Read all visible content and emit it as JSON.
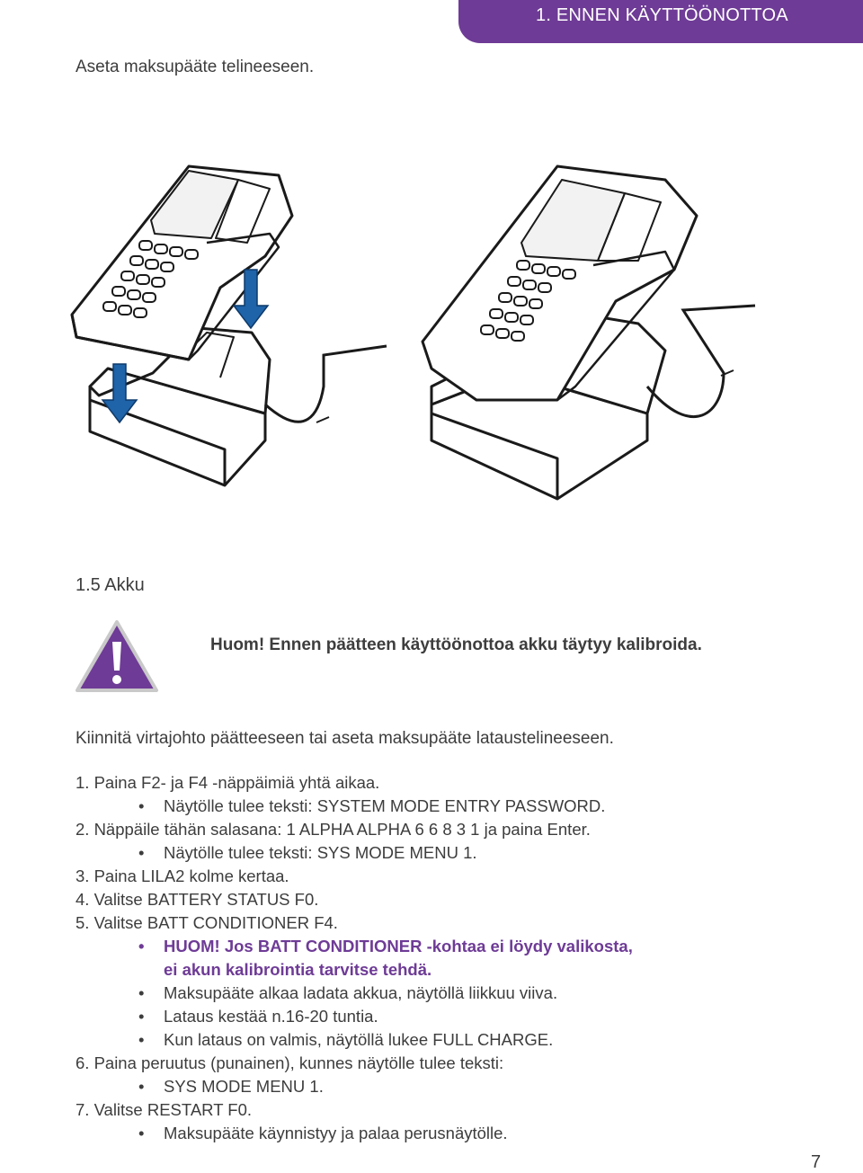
{
  "header": {
    "chapter_title": "1. ENNEN KÄYTTÖÖNOTTOA"
  },
  "intro": "Aseta maksupääte telineeseen.",
  "section_title": "1.5 Akku",
  "warning": "Huom! Ennen päätteen käyttöönottoa akku täytyy kalibroida.",
  "connect_text": "Kiinnitä virtajohto päätteeseen tai aseta maksupääte lataustelineeseen.",
  "steps": [
    {
      "type": "step",
      "text": "1. Paina F2- ja F4 -näppäimiä yhtä aikaa."
    },
    {
      "type": "bullet",
      "text": "Näytölle tulee teksti: SYSTEM MODE ENTRY PASSWORD."
    },
    {
      "type": "step",
      "text": "2. Näppäile tähän salasana: 1 ALPHA ALPHA 6 6 8 3 1 ja paina Enter."
    },
    {
      "type": "bullet",
      "text": "Näytölle tulee teksti: SYS MODE MENU 1."
    },
    {
      "type": "step",
      "text": "3. Paina LILA2 kolme kertaa."
    },
    {
      "type": "step",
      "text": "4. Valitse BATTERY STATUS F0."
    },
    {
      "type": "step",
      "text": "5. Valitse BATT CONDITIONER F4."
    },
    {
      "type": "bullet-highlight",
      "text": "HUOM! Jos BATT CONDITIONER -kohtaa ei löydy valikosta,"
    },
    {
      "type": "cont-highlight",
      "text": "ei akun kalibrointia tarvitse tehdä."
    },
    {
      "type": "bullet",
      "text": "Maksupääte alkaa ladata akkua, näytöllä liikkuu viiva."
    },
    {
      "type": "bullet",
      "text": "Lataus kestää n.16-20 tuntia."
    },
    {
      "type": "bullet",
      "text": "Kun lataus on valmis, näytöllä lukee FULL CHARGE."
    },
    {
      "type": "step",
      "text": "6. Paina peruutus (punainen), kunnes näytölle tulee teksti:"
    },
    {
      "type": "bullet",
      "text": "SYS MODE MENU 1."
    },
    {
      "type": "step",
      "text": "7. Valitse RESTART F0."
    },
    {
      "type": "bullet",
      "text": "Maksupääte käynnistyy ja palaa perusnäytölle."
    }
  ],
  "bullet_glyph": "•",
  "page_number": "7",
  "colors": {
    "accent": "#6e3b96",
    "text": "#3d3d3d",
    "arrow": "#1f63a8"
  },
  "icons": {
    "warning": "warning-triangle-icon",
    "illustration": "terminal-docking-illustration"
  }
}
